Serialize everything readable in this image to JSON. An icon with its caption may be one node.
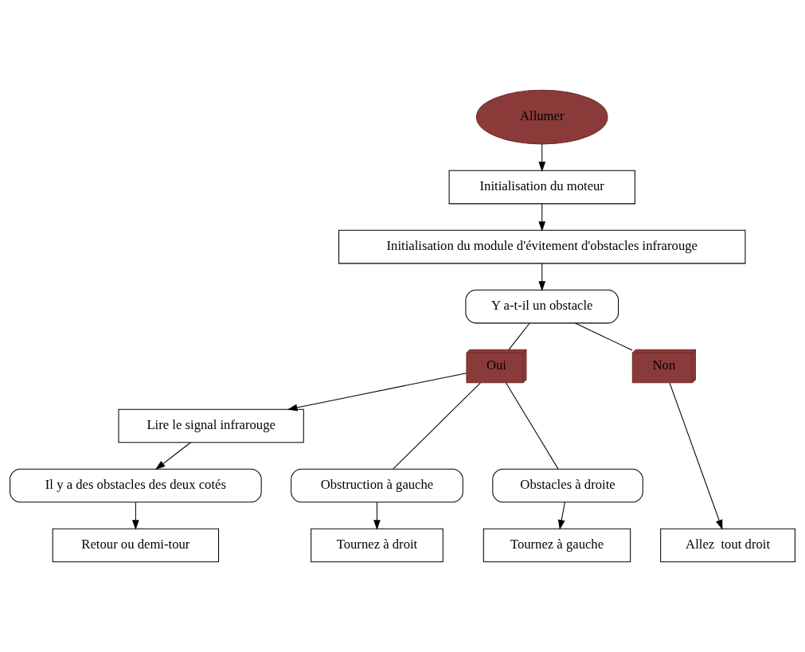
{
  "diagram": {
    "nodes": [
      {
        "text": [
          "Allumer"
        ]
      },
      {
        "text": [
          "Initialisation du moteur"
        ]
      },
      {
        "text": [
          "Initialisation du module d'évitement d'obstacles infrarouge"
        ]
      },
      {
        "text": [
          "Y a-t-il un obstacle"
        ]
      },
      {
        "text": [
          "Oui"
        ]
      },
      {
        "text": [
          "Non"
        ]
      },
      {
        "text": [
          "Lire le signal infrarouge"
        ]
      },
      {
        "text": [
          "Obstruction à gauche"
        ]
      },
      {
        "text": [
          "Il y a des obstacles des deux cotés"
        ]
      },
      {
        "text": [
          "Obstacles à droite"
        ]
      },
      {
        "text": [
          "Tournez à droit"
        ]
      },
      {
        "text": [
          "Retour ou demi-tour"
        ]
      },
      {
        "text": [
          "Tournez à gauche"
        ]
      },
      {
        "text": [
          "Allez  tout droit"
        ]
      }
    ],
    "edges": [
      {
        "from": 0,
        "to": 1,
        "arrow": "to"
      },
      {
        "from": 1,
        "to": 2,
        "arrow": "to"
      },
      {
        "from": 2,
        "to": 3,
        "arrow": "to"
      },
      {
        "from": 3,
        "to": 4,
        "arrow": "none"
      },
      {
        "from": 3,
        "to": 5,
        "arrow": "none"
      },
      {
        "from": 4,
        "to": 6,
        "arrow": "to"
      },
      {
        "from": 4,
        "to": 7,
        "arrow": "none"
      },
      {
        "from": 4,
        "to": 9,
        "arrow": "none"
      },
      {
        "from": 6,
        "to": 8,
        "arrow": "to"
      },
      {
        "from": 5,
        "to": 13,
        "arrow": "to"
      },
      {
        "from": 7,
        "to": 10,
        "arrow": "to"
      },
      {
        "from": 8,
        "to": 11,
        "arrow": "to"
      },
      {
        "from": 9,
        "to": 12,
        "arrow": "to"
      }
    ]
  }
}
